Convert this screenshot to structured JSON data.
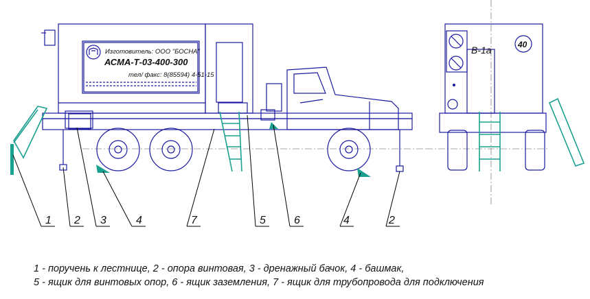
{
  "plate": {
    "maker": "Изготовитель: ООО \"БОСНА\"",
    "model": "АСМА-Т-03-400-300",
    "phone": "тел/ факс: 8(85594) 4-51-15"
  },
  "rear": {
    "marking": "В-1а",
    "badge": "40"
  },
  "callouts": [
    "1",
    "2",
    "3",
    "4",
    "7",
    "5",
    "6",
    "4",
    "2"
  ],
  "legend": {
    "line1": "1 -  поручень к лестнице, 2 -  опора винтовая, 3 -  дренажный бачок, 4 -  башмак,",
    "line2": "5 -  ящик для винтовых опор, 6 -  ящик заземления, 7 -  ящик для трубопровода для подключения"
  }
}
